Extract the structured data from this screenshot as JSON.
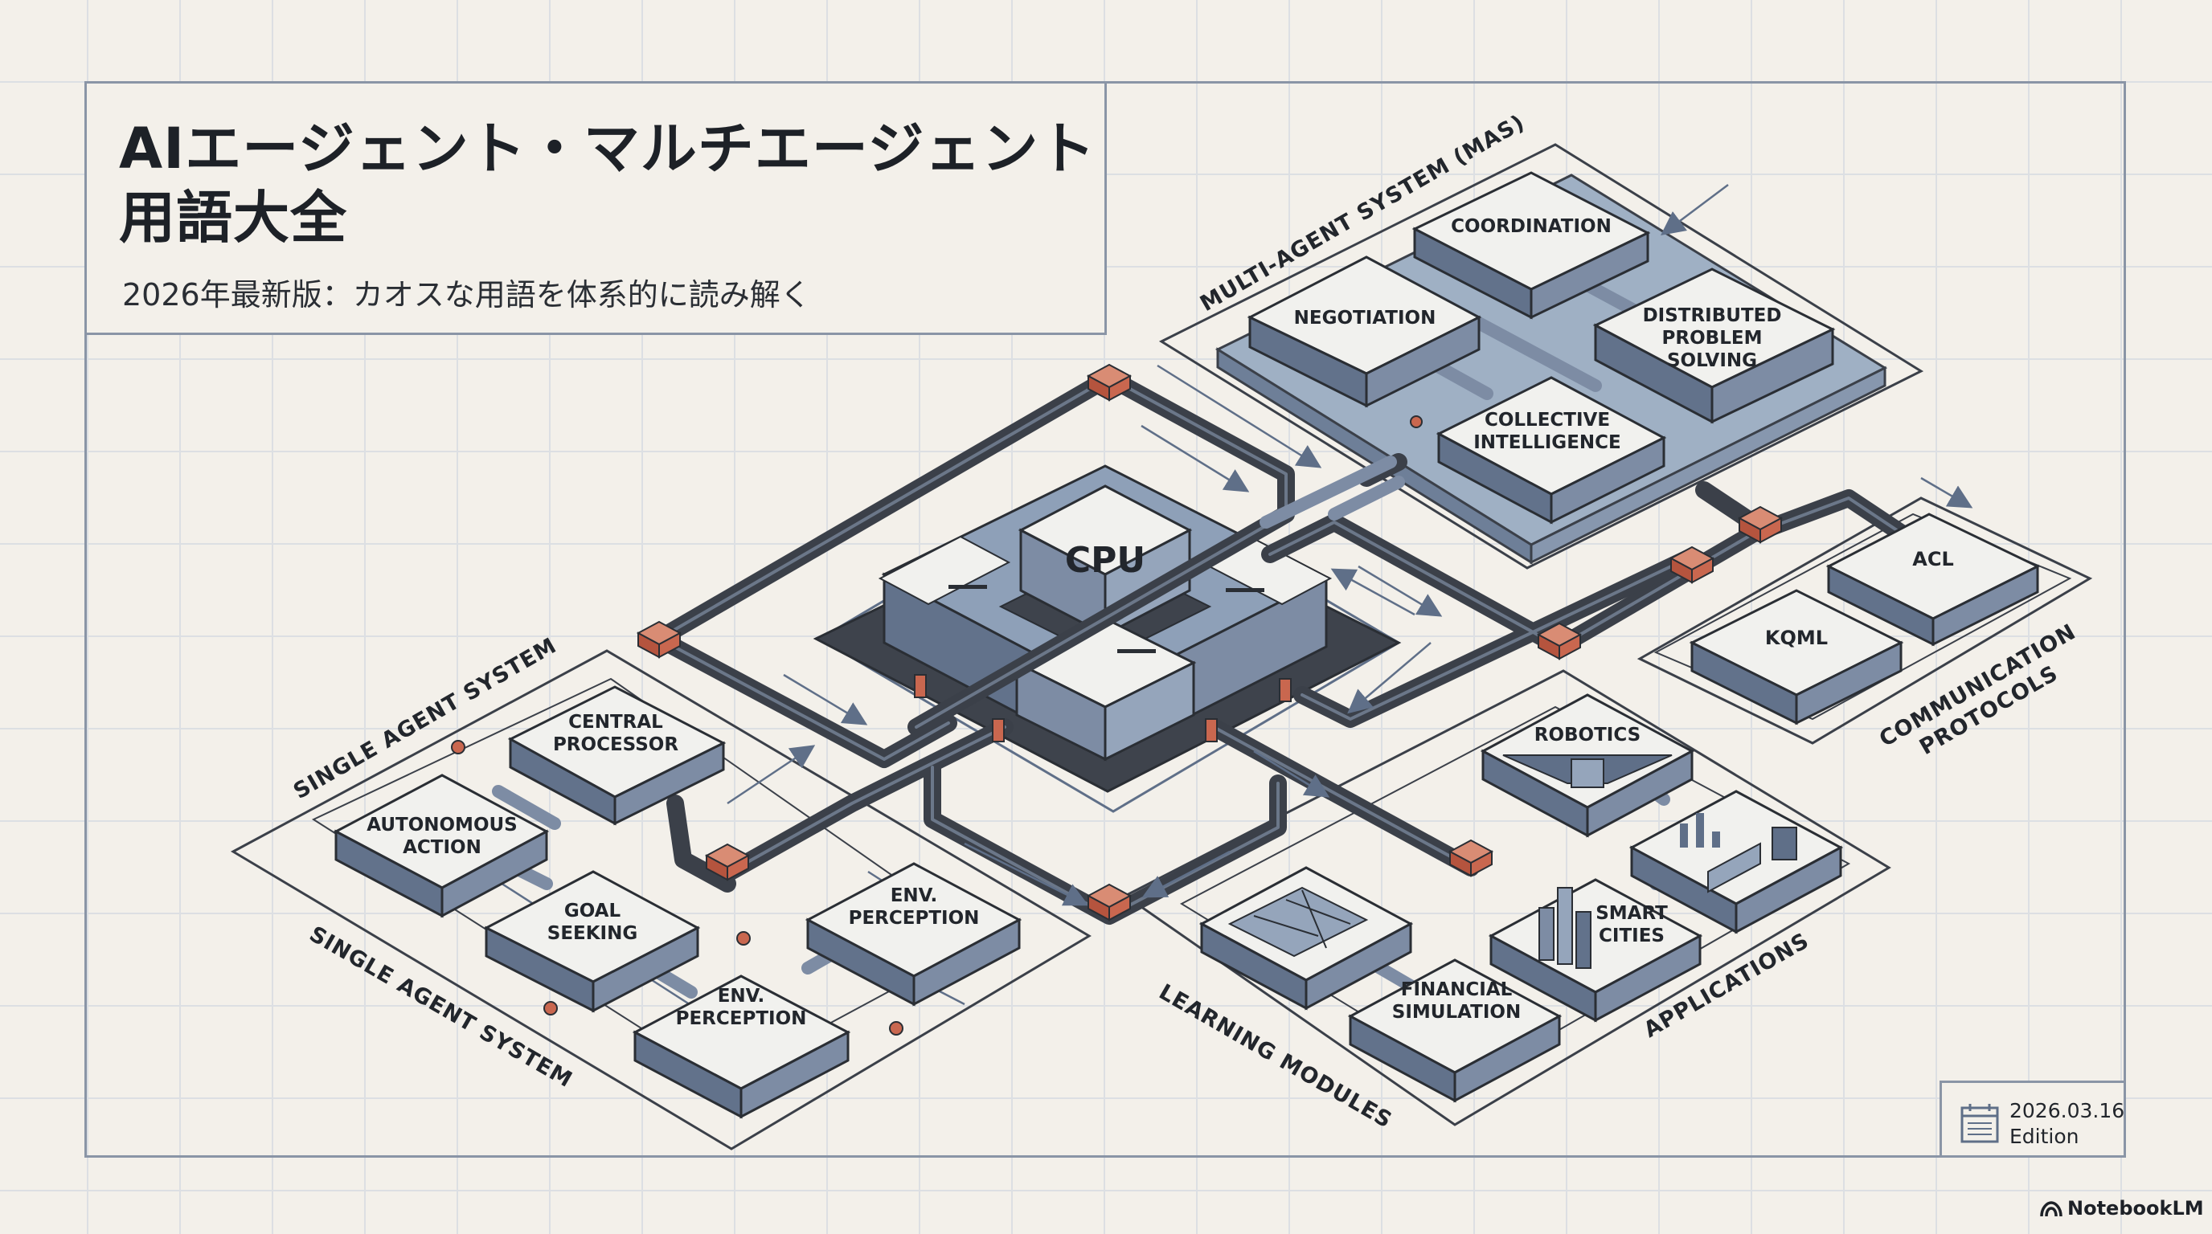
{
  "header": {
    "title_line1": "AIエージェント・マルチエージェント",
    "title_line2": "用語大全",
    "subtitle": "2026年最新版：カオスな用語を体系的に読み解く"
  },
  "diagram": {
    "center": {
      "label": "CPU"
    },
    "multi_agent": {
      "plane_label": "MULTI-AGENT SYSTEM (MAS)",
      "modules": {
        "coordination": "COORDINATION",
        "negotiation": "NEGOTIATION",
        "distributed": [
          "DISTRIBUTED",
          "PROBLEM",
          "SOLVING"
        ],
        "collective": [
          "COLLECTIVE",
          "INTELLIGENCE"
        ]
      }
    },
    "single_agent": {
      "plane_label_top": "SINGLE AGENT SYSTEM",
      "plane_label_bottom": "SINGLE AGENT SYSTEM",
      "modules": {
        "central": [
          "CENTRAL",
          "PROCESSOR"
        ],
        "autonomous": [
          "AUTONOMOUS",
          "ACTION"
        ],
        "goal": [
          "GOAL",
          "SEEKING"
        ],
        "env_right": [
          "ENV.",
          "PERCEPTION"
        ],
        "env_bottom": [
          "ENV.",
          "PERCEPTION"
        ]
      }
    },
    "communication": {
      "plane_label": [
        "COMMUNICATION",
        "PROTOCOLS"
      ],
      "modules": {
        "acl": "ACL",
        "kqml": "KQML"
      }
    },
    "applications": {
      "plane_label": "APPLICATIONS",
      "modules": {
        "robotics": "ROBOTICS",
        "smart_cities": [
          "SMART",
          "CITIES"
        ],
        "financial": [
          "FINANCIAL",
          "SIMULATION"
        ]
      }
    },
    "learning": {
      "plane_label": "LEARNING MODULES"
    }
  },
  "edition": {
    "date": "2026.03.16",
    "label": "Edition"
  },
  "brand": {
    "name": "NotebookLM"
  },
  "colors": {
    "background": "#f3f0ea",
    "grid": "#dcdfe3",
    "frame": "#8a95a6",
    "block_top": "#f1f1ee",
    "block_side": "#7d8ca4",
    "block_side_dark": "#5f6f88",
    "connector": "#c9674f",
    "pipe": "#3b4049"
  }
}
